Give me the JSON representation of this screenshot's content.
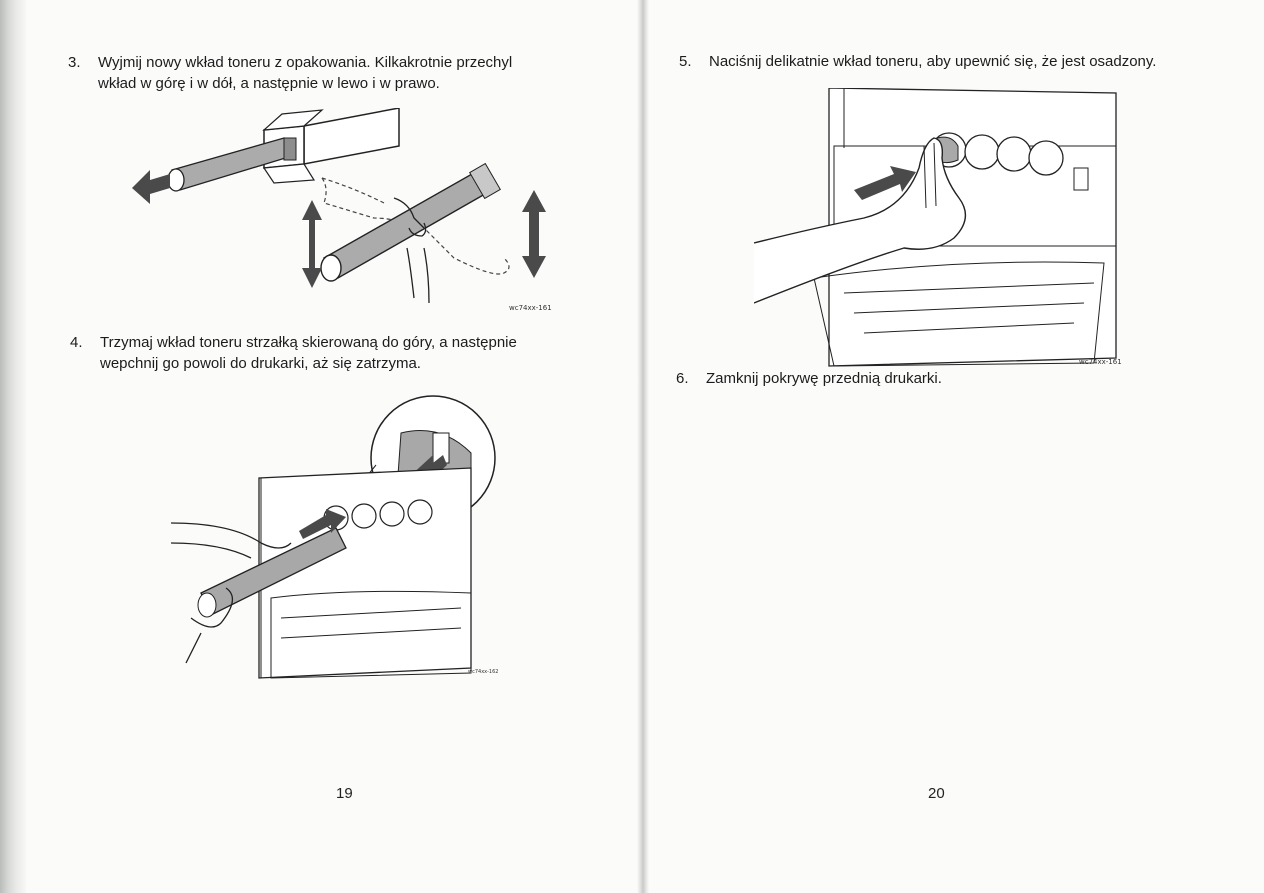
{
  "left_page": {
    "steps": [
      {
        "number": "3.",
        "text": "Wyjmij nowy wkład toneru z opakowania. Kilkakrotnie przechyl\nwkład w górę i w dół, a następnie w lewo i w prawo."
      },
      {
        "number": "4.",
        "text": "Trzymaj wkład toneru strzałką skierowaną do góry, a następnie\nwepchnij go powoli do drukarki, aż się zatrzyma."
      }
    ],
    "figure_codes": [
      "wc74xx-161",
      "wc74xx-162"
    ],
    "page_number": "19"
  },
  "right_page": {
    "steps": [
      {
        "number": "5.",
        "text": "Naciśnij delikatnie wkład toneru, aby upewnić się, że jest osadzony."
      },
      {
        "number": "6.",
        "text": "Zamknij pokrywę przednią drukarki."
      }
    ],
    "figure_codes": [
      "wc74xx-161"
    ],
    "page_number": "20"
  },
  "colors": {
    "paper": "#fbfbfa",
    "ink": "#1c1c1c",
    "toner_gray": "#a9a9a9",
    "arrow_gray": "#4a4a4a"
  },
  "icons": [
    "toner-cartridge-illustration",
    "printer-illustration",
    "push-arrow-icon",
    "hand-illustration"
  ]
}
